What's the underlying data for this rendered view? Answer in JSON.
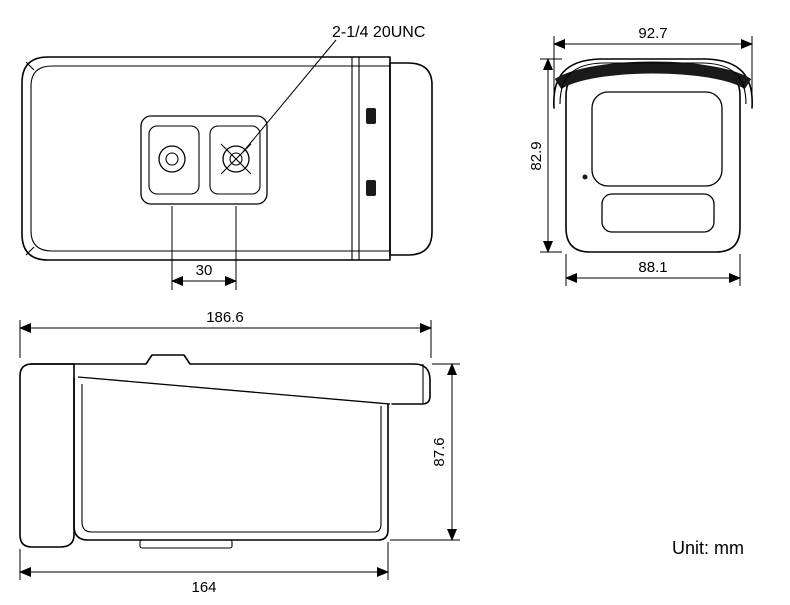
{
  "drawing": {
    "thread_label": "2-1/4 20UNC",
    "unit_label": "Unit: mm",
    "views": {
      "top": {
        "hole_spacing_mm": "30"
      },
      "front": {
        "width_top_mm": "92.7",
        "height_mm": "82.9",
        "width_bottom_mm": "88.1"
      },
      "side": {
        "length_top_mm": "186.6",
        "height_mm": "87.6",
        "length_bottom_mm": "164"
      }
    },
    "colors": {
      "line": "#000000",
      "background": "#ffffff",
      "shield_band": "#1a1a1a"
    }
  }
}
